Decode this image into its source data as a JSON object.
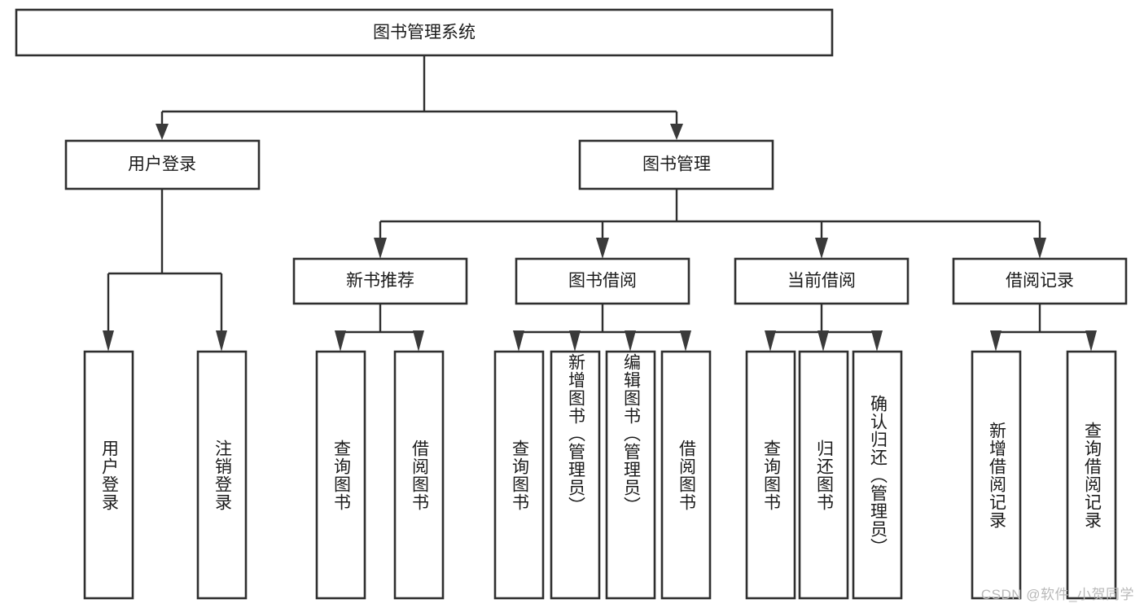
{
  "diagram": {
    "title": "图书管理系统",
    "type": "tree",
    "orientation": "top-down",
    "colors": {
      "box_border": "#2f2f2f",
      "box_fill": "#ffffff",
      "connector": "#2f2f2f",
      "text": "#1b1b1b",
      "background": "#ffffff",
      "watermark": "#b9b9b9"
    },
    "root": {
      "label": "图书管理系统"
    },
    "level2": [
      {
        "label": "用户登录"
      },
      {
        "label": "图书管理"
      }
    ],
    "level3": [
      {
        "label": "新书推荐"
      },
      {
        "label": "图书借阅"
      },
      {
        "label": "当前借阅"
      },
      {
        "label": "借阅记录"
      }
    ],
    "leaves": {
      "user_login": [
        {
          "label": "用户登录"
        },
        {
          "label": "注销登录"
        }
      ],
      "new_book_recommend": [
        {
          "label": "查询图书"
        },
        {
          "label": "借阅图书"
        }
      ],
      "book_borrow": [
        {
          "label": "查询图书"
        },
        {
          "label": "新增图书（管理员）"
        },
        {
          "label": "编辑图书（管理员）"
        },
        {
          "label": "借阅图书"
        }
      ],
      "current_borrow": [
        {
          "label": "查询图书"
        },
        {
          "label": "归还图书"
        },
        {
          "label": "确认归还（管理员）"
        }
      ],
      "borrow_record": [
        {
          "label": "新增借阅记录"
        },
        {
          "label": "查询借阅记录"
        }
      ]
    }
  },
  "watermark": {
    "text": "CSDN @软件_小贺同学"
  }
}
